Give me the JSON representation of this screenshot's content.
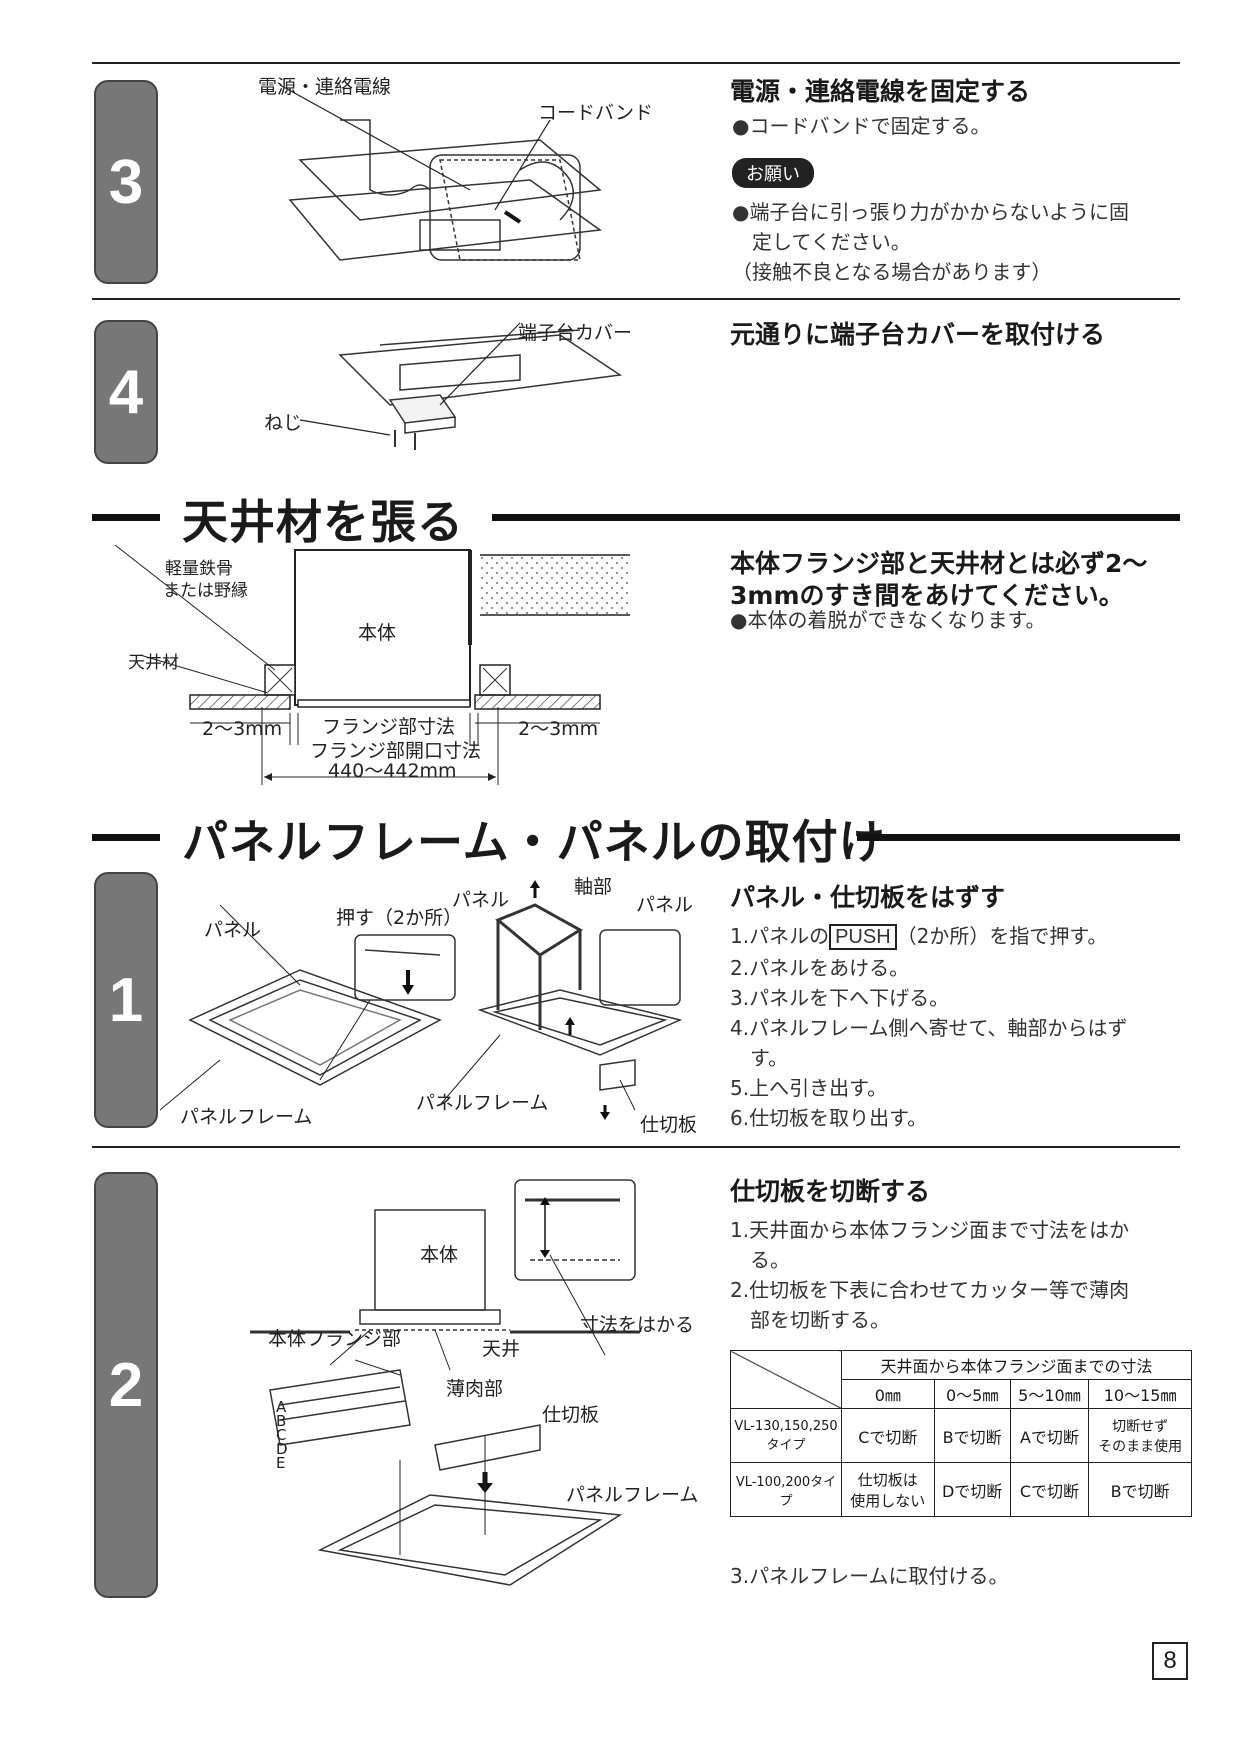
{
  "step3": {
    "number": "3",
    "title": "電源・連絡電線を固定する",
    "lines": [
      "●コードバンドで固定する。"
    ],
    "badge": "お願い",
    "notes": [
      "●端子台に引っ張り力がかからないように固",
      "　定してください。",
      "（接触不良となる場合があります）"
    ],
    "labels": {
      "wire": "電源・連絡電線",
      "band": "コードバンド"
    }
  },
  "step4": {
    "number": "4",
    "title": "元通りに端子台カバーを取付ける",
    "labels": {
      "cover": "端子台カバー",
      "screw": "ねじ"
    }
  },
  "section_ceiling": {
    "heading": "天井材を張る",
    "title_line1": "本体フランジ部と天井材とは必ず2〜",
    "title_line2": "3mmのすき間をあけてください。",
    "note": "●本体の着脱ができなくなります。",
    "labels": {
      "frame1": "軽量鉄骨",
      "frame2": "または野縁",
      "body": "本体",
      "ceiling": "天井材",
      "gap_left": "2〜3mm",
      "gap_right": "2〜3mm",
      "flange": "フランジ部寸法",
      "opening": "フランジ部開口寸法",
      "range": "440〜442mm"
    }
  },
  "section_panel": {
    "heading": "パネルフレーム・パネルの取付け"
  },
  "pstep1": {
    "number": "1",
    "title": "パネル・仕切板をはずす",
    "lines": [
      {
        "pre": "1.パネルの",
        "push": "PUSH",
        "post": "（2か所）を指で押す。"
      },
      {
        "pre": "2.パネルをあける。"
      },
      {
        "pre": "3.パネルを下へ下げる。"
      },
      {
        "pre": "4.パネルフレーム側へ寄せて、軸部からはず"
      },
      {
        "pre": "　す。"
      },
      {
        "pre": "5.上へ引き出す。"
      },
      {
        "pre": "6.仕切板を取り出す。"
      }
    ],
    "labels": {
      "panel_a": "パネル",
      "push2": "押す（2か所）",
      "panel_b": "パネル",
      "axis": "軸部",
      "panel_c": "パネル",
      "frame_a": "パネルフレーム",
      "frame_b": "パネルフレーム",
      "divider": "仕切板"
    }
  },
  "pstep2": {
    "number": "2",
    "title": "仕切板を切断する",
    "lines": [
      "1.天井面から本体フランジ面まで寸法をはか",
      "　る。",
      "2.仕切板を下表に合わせてカッター等で薄肉",
      "　部を切断する。"
    ],
    "final": "3.パネルフレームに取付ける。",
    "labels": {
      "body": "本体",
      "flange": "本体フランジ部",
      "ceiling": "天井",
      "measure": "寸法をはかる",
      "thin": "薄肉部",
      "divider": "仕切板",
      "frame": "パネルフレーム",
      "letters": "A B C D E"
    },
    "table": {
      "header": "天井面から本体フランジ面までの寸法",
      "cols": [
        "0㎜",
        "0〜5㎜",
        "5〜10㎜",
        "10〜15㎜"
      ],
      "rows": [
        {
          "model": "VL-130,150,250タイプ",
          "cells": [
            "Cで切断",
            "Bで切断",
            "Aで切断",
            "切断せず\nそのまま使用"
          ]
        },
        {
          "model": "VL-100,200タイプ",
          "cells": [
            "仕切板は\n使用しない",
            "Dで切断",
            "Cで切断",
            "Bで切断"
          ]
        }
      ]
    }
  },
  "page_number": "8"
}
